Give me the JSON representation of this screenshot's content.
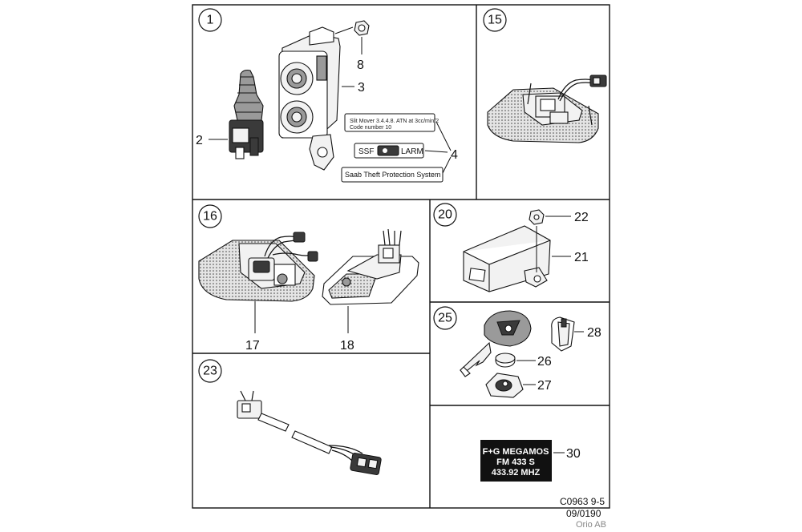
{
  "panels": {
    "p1": {
      "id": "1"
    },
    "p15": {
      "id": "15"
    },
    "p16": {
      "id": "16"
    },
    "p20": {
      "id": "20"
    },
    "p23": {
      "id": "23"
    },
    "p25": {
      "id": "25"
    },
    "p30": {
      "id": ""
    }
  },
  "callouts": {
    "c2": "2",
    "c3": "3",
    "c4": "4",
    "c8": "8",
    "c17": "17",
    "c18": "18",
    "c21": "21",
    "c22": "22",
    "c26": "26",
    "c27": "27",
    "c28": "28",
    "c30": "30"
  },
  "labels": {
    "sticker_top_line1": "Slit Mover 3.4.4.8. ATN at 3cc/min/2",
    "sticker_top_line2": "Code number 10",
    "sticker_ssf_left": "SSF",
    "sticker_ssf_right": "LARM",
    "sticker_saab": "Saab Theft Protection System",
    "black_label_line1": "F+G MEGAMOS",
    "black_label_line2": "FM 433 S",
    "black_label_line3": "433.92 MHZ"
  },
  "footer": {
    "ref": "C0963 9-5",
    "date": "09/0190",
    "owner": "Orio AB"
  }
}
